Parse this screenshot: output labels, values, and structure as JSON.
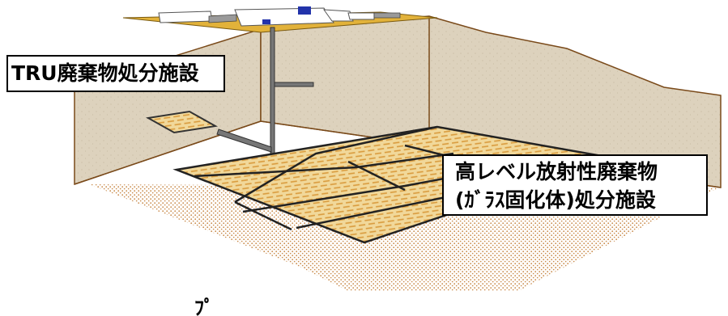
{
  "labels": {
    "tru_facility": "TRU廃棄物処分施設",
    "hlw_facility_line1": "高レベル放射性廃棄物",
    "hlw_facility_line2": "(ｶﾞﾗｽ固化体)処分施設"
  },
  "caption": "ﾌﾟ 　　　　　　　　　　　　",
  "colors": {
    "rock": "#ddd2bd",
    "rock_outline": "#7a4a1a",
    "surface": "#e2b23a",
    "panel": "#efd58f",
    "panel_stripe": "#d9a54a",
    "gravel": "#c98a4a",
    "shaft": "#555555",
    "building_accent": "#2233aa"
  }
}
